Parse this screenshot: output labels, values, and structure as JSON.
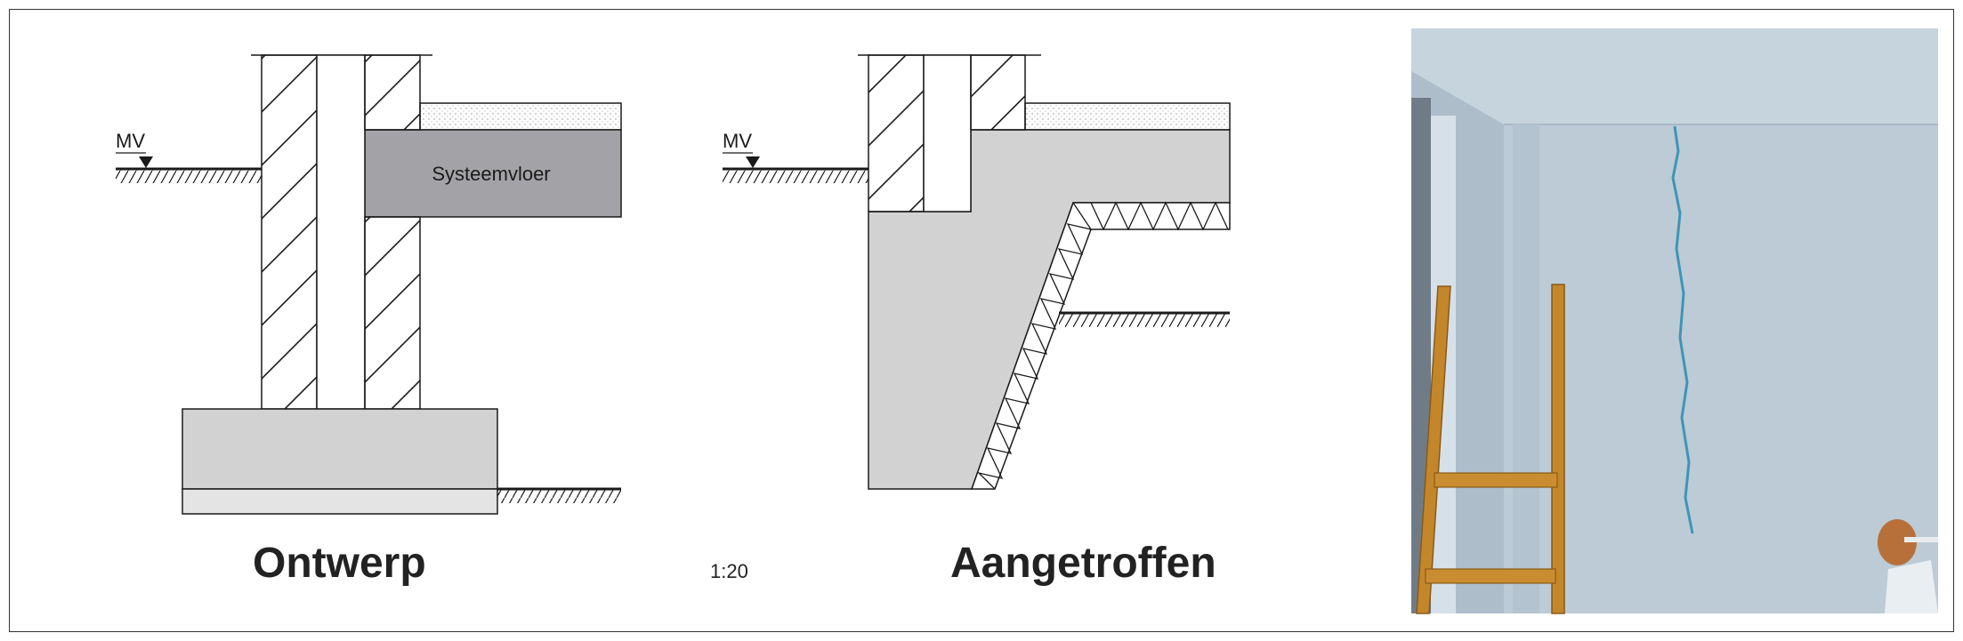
{
  "drawings": {
    "design": {
      "caption": "Ontwerp",
      "ground_label": "MV",
      "floor_label": "Systeemvloer"
    },
    "found": {
      "caption": "Aangetroffen",
      "ground_label": "MV"
    },
    "scale": "1:20"
  },
  "photo": {
    "subject": "wall with vertical crack, wooden ladder and wall lamp"
  },
  "colors": {
    "concrete": "#d2d2d2",
    "floor_slab": "#a3a3a7",
    "lean_concrete": "#e4e4e4",
    "line": "#1a1a1a",
    "wall_paint": "#bccbd6",
    "ceiling": "#c3d2dc",
    "ladder_wood": "#c4862a",
    "crack": "#3e95b8"
  }
}
